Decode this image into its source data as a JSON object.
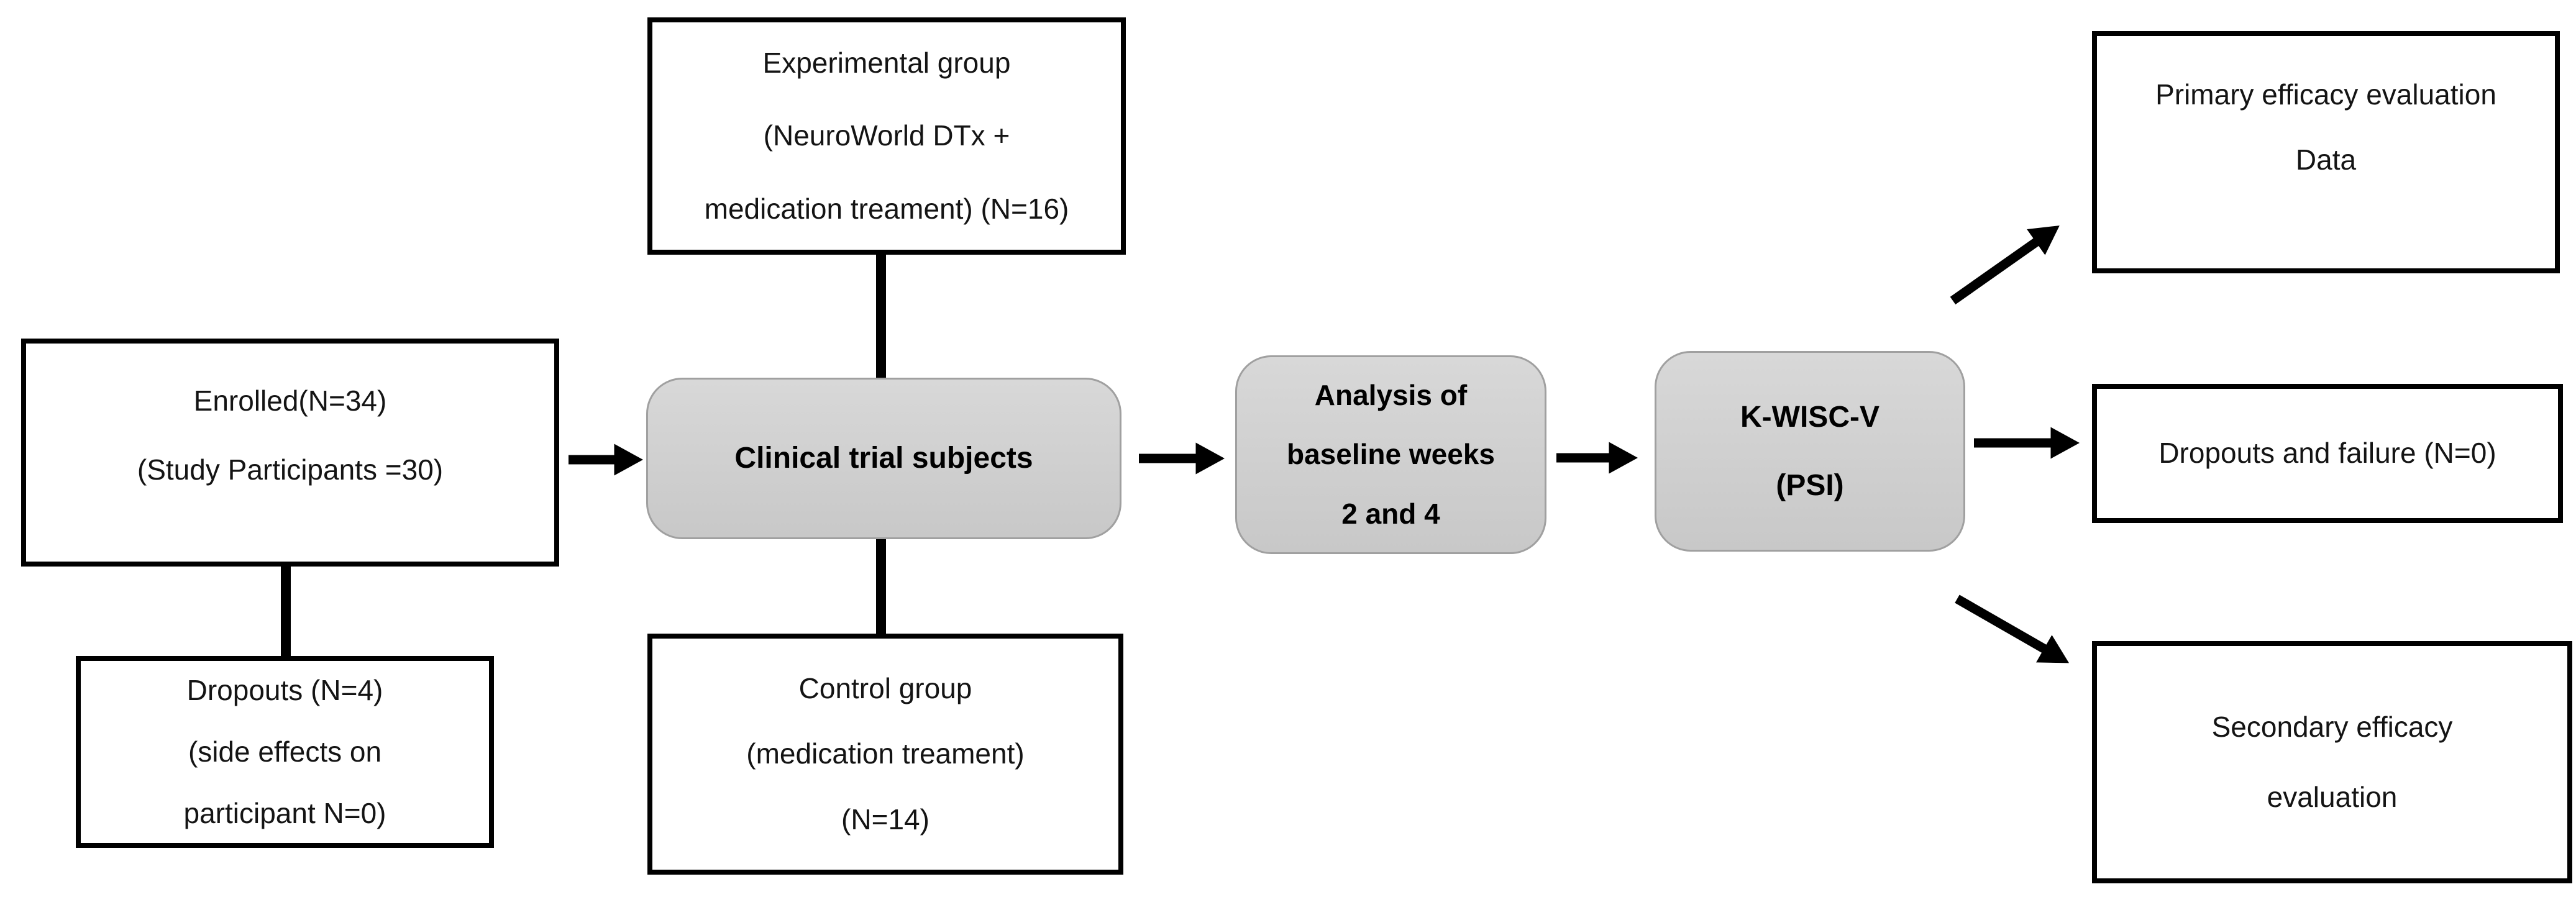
{
  "diagram": {
    "title": "Clinical trial participant flow",
    "colors": {
      "background": "#ffffff",
      "box-border": "#000000",
      "node-border": "#a0a0a0",
      "node-fill-top": "#d8d8d8",
      "node-fill-bottom": "#c8c8c8",
      "arrow": "#000000"
    },
    "boxes": {
      "enrolled": {
        "lines": [
          "Enrolled(N=34)",
          "(Study Participants =30)"
        ]
      },
      "dropouts_enrollment": {
        "lines": [
          "Dropouts (N=4)",
          "(side effects on",
          "participant N=0)"
        ]
      },
      "experimental_group": {
        "lines": [
          "Experimental group",
          "(NeuroWorld DTx +",
          "medication treament) (N=16)"
        ]
      },
      "control_group": {
        "lines": [
          "Control group",
          "(medication treament)",
          "(N=14)"
        ]
      },
      "clinical_trial_subjects": {
        "lines": [
          "Clinical trial subjects"
        ]
      },
      "analysis_baseline": {
        "lines": [
          "Analysis of",
          "baseline weeks",
          "2 and 4"
        ]
      },
      "k_wisc_v": {
        "lines": [
          "K-WISC-V",
          "(PSI)"
        ]
      },
      "primary_efficacy": {
        "lines": [
          "Primary efficacy evaluation",
          "Data"
        ]
      },
      "dropouts_failure": {
        "lines": [
          "Dropouts and failure (N=0)"
        ]
      },
      "secondary_efficacy": {
        "lines": [
          "Secondary efficacy",
          "evaluation"
        ]
      }
    }
  }
}
